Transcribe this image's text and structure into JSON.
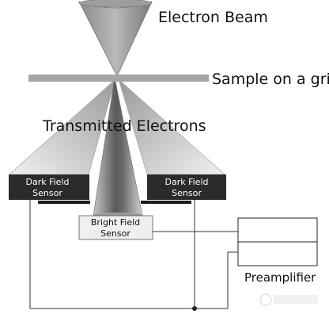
{
  "labels": {
    "electron_beam": "Electron Beam",
    "sample": "Sample on a grid",
    "transmitted": "Transmitted Electrons",
    "dark_field_line1": "Dark Field",
    "dark_field_line2": "Sensor",
    "bright_field_line1": "Bright Field",
    "bright_field_line2": "Sensor",
    "preamplifier": "Preamplifier"
  },
  "colors": {
    "dark_sensor_fill": "#2b2b2b",
    "dark_sensor_text": "#ffffff",
    "bright_sensor_fill": "#efefef",
    "sample_bar": "#a6a6a6",
    "wire": "#333333"
  }
}
